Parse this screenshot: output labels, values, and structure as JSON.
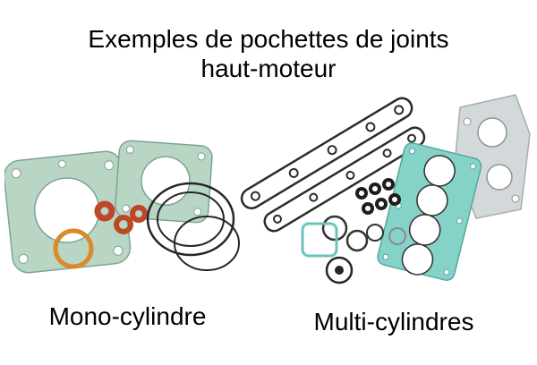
{
  "header": {
    "title_line1": "Exemples de pochettes de joints",
    "title_line2": "haut-moteur"
  },
  "captions": {
    "mono": "Mono-cylindre",
    "multi": "Multi-cylindres"
  },
  "images": {
    "mono": "mono-cylinder-top-end-gasket-set",
    "multi": "multi-cylinder-top-end-gasket-set"
  },
  "colors": {
    "background": "#ffffff",
    "text": "#000000",
    "gasket_green": "#b9d6c5",
    "gasket_green_outline": "#7da394",
    "gasket_teal": "#85d2c9",
    "gasket_teal_outline": "#57a79f",
    "oring_orange": "#c0452a",
    "oring_amber": "#d98a2b",
    "gasket_gray": "#d3d8da",
    "outline_dark": "#262626"
  }
}
